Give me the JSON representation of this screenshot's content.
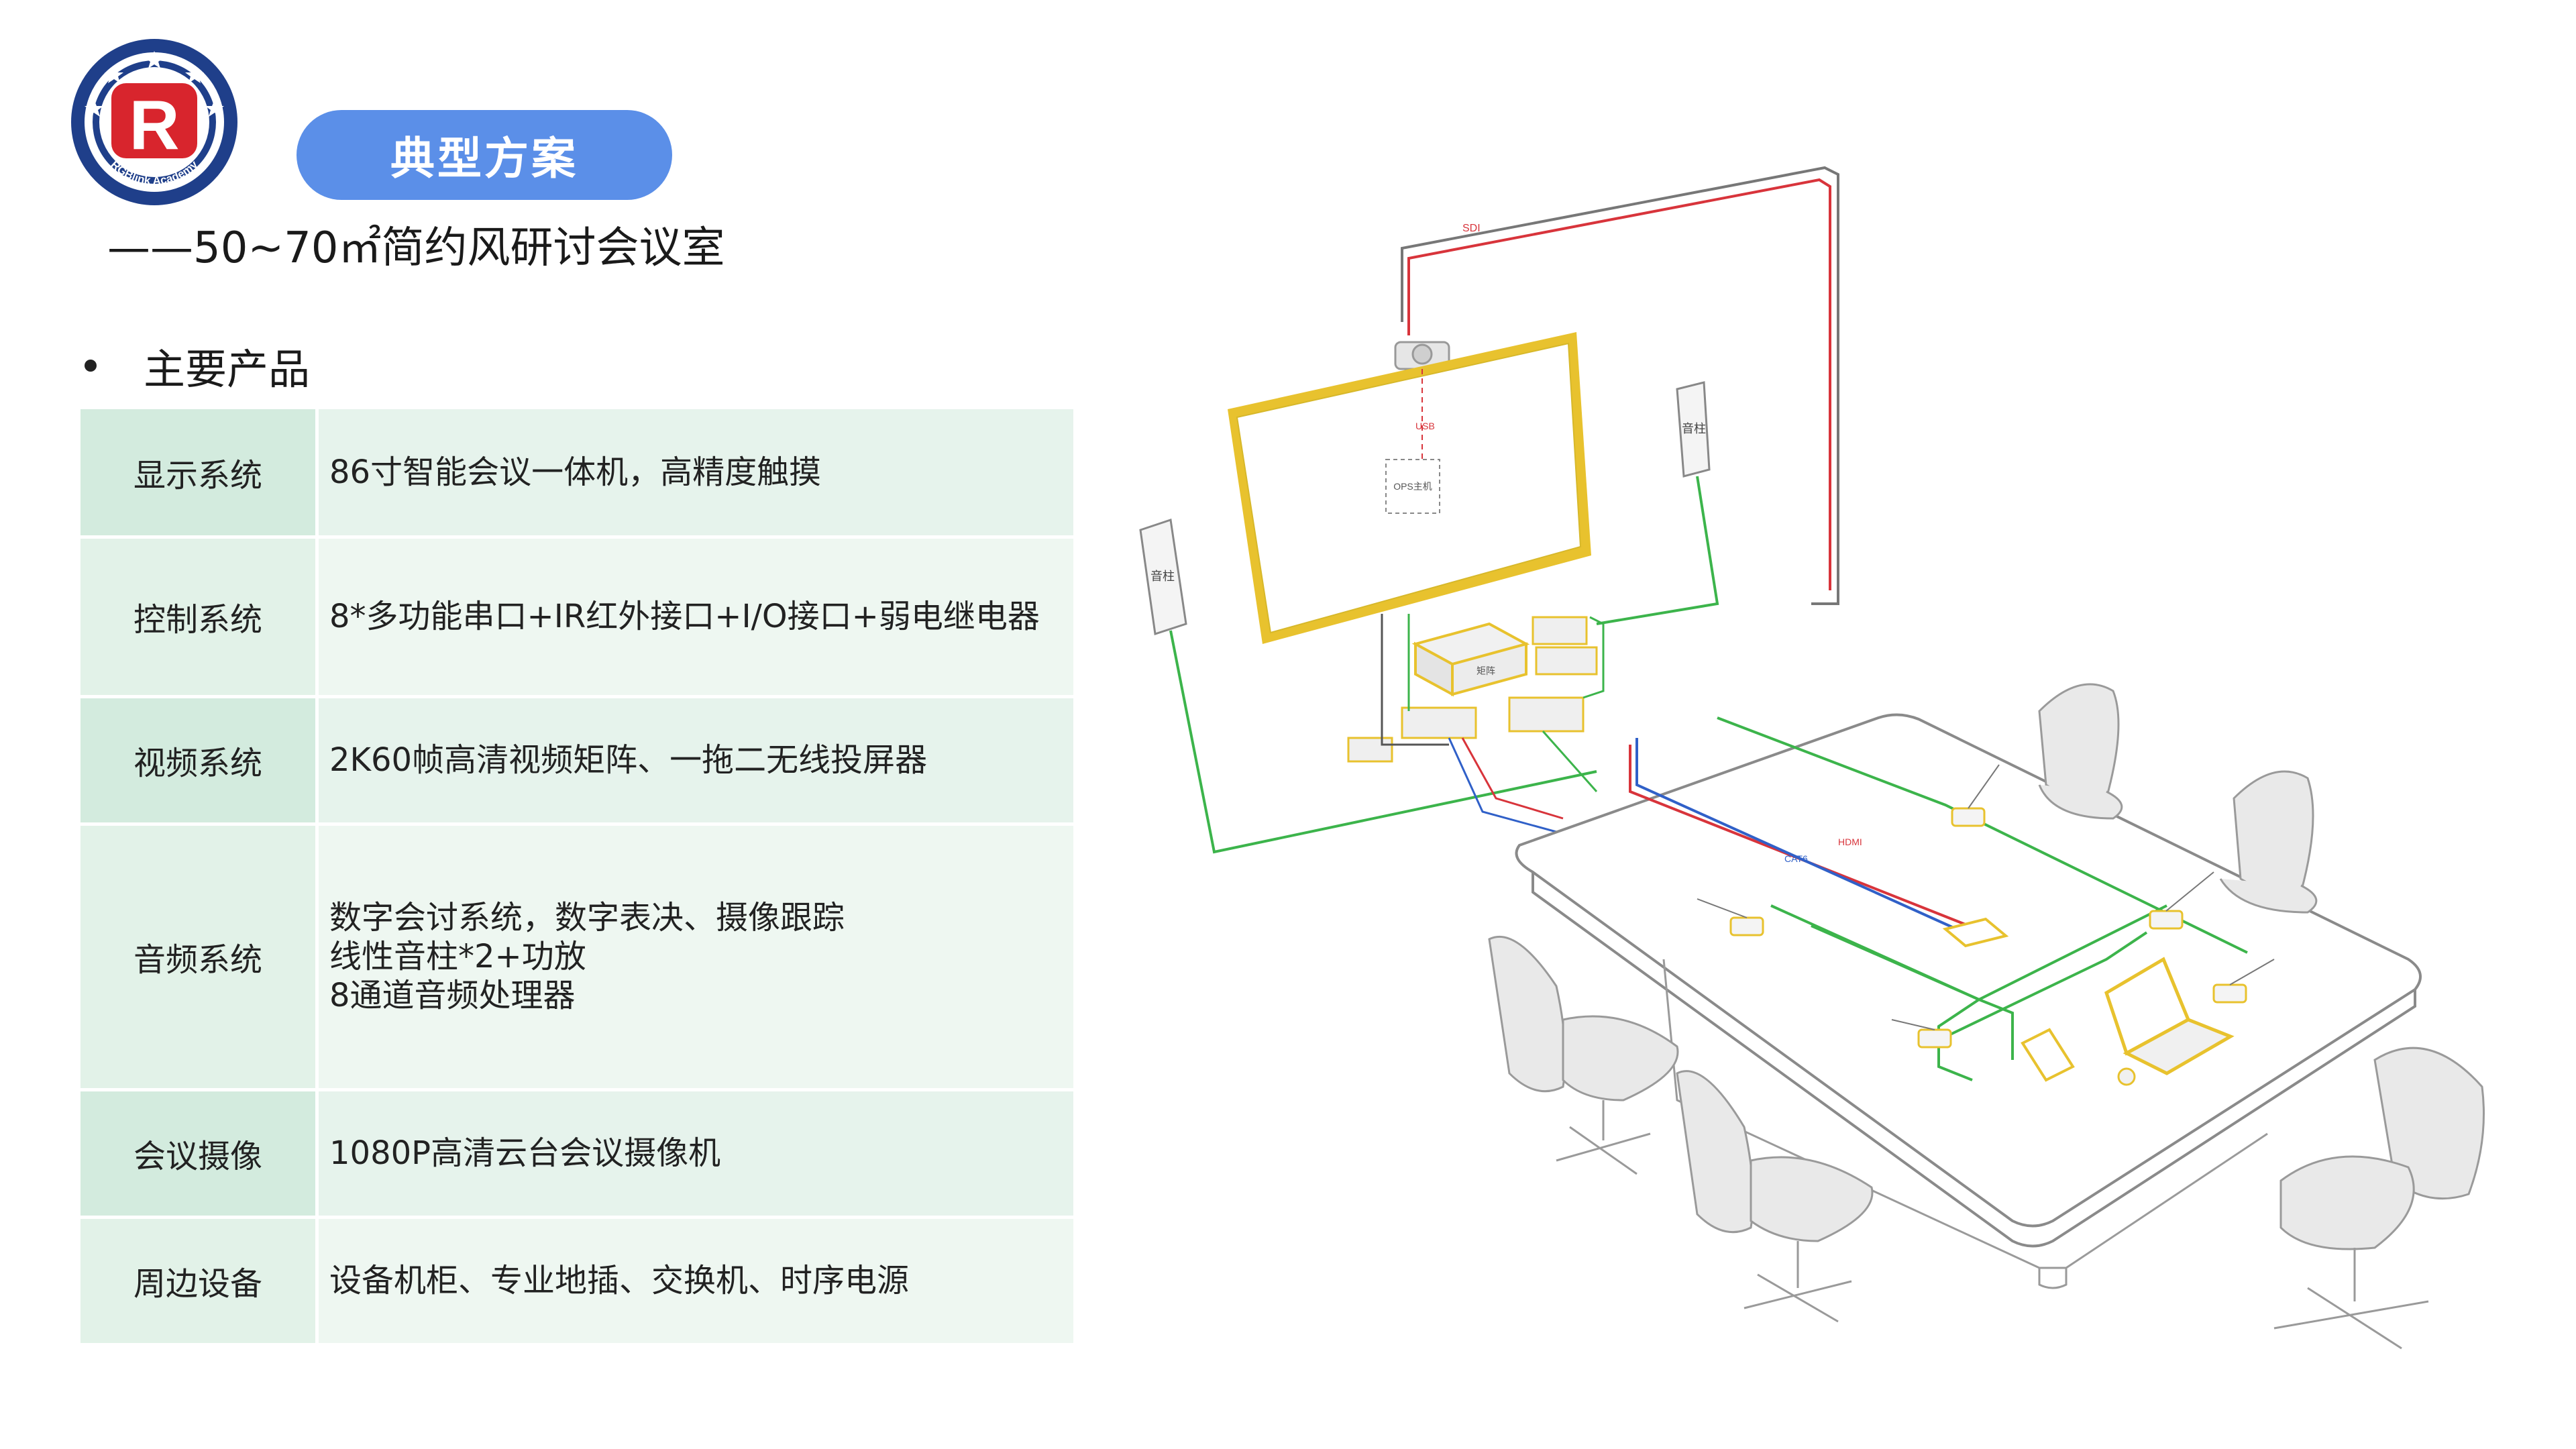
{
  "logo": {
    "letter": "R",
    "ring_text": "RGBlink Academy"
  },
  "header": {
    "pill": "典型方案",
    "subtitle": "——50~70㎡简约风研讨会议室"
  },
  "section": {
    "bullet": "主要产品"
  },
  "products": [
    {
      "category": "显示系统",
      "lines": [
        "86寸智能会议一体机，高精度触摸"
      ]
    },
    {
      "category": "控制系统",
      "lines": [
        "8*多功能串口+IR红外接口+I/O接口+弱电继电器"
      ]
    },
    {
      "category": "视频系统",
      "lines": [
        "2K60帧高清视频矩阵、一拖二无线投屏器"
      ]
    },
    {
      "category": "音频系统",
      "lines": [
        "数字会讨系统，数字表决、摄像跟踪",
        "线性音柱*2+功放",
        "8通道音频处理器"
      ]
    },
    {
      "category": "会议摄像",
      "lines": [
        "1080P高清云台会议摄像机"
      ]
    },
    {
      "category": "周边设备",
      "lines": [
        "设备机柜、专业地插、交换机、时序电源"
      ]
    }
  ],
  "diagram": {
    "labels": {
      "speaker": "音柱",
      "ops": "OPS主机",
      "matrix": "矩阵",
      "usb": "USB",
      "sdi": "SDI",
      "hdmi": "HDMI",
      "cat6": "CAT6"
    }
  },
  "colors": {
    "accent": "#5b8fe8",
    "table_cat": "#d3ebde",
    "table_desc": "#e6f3ec",
    "cable_red": "#d8343b",
    "cable_green": "#3cb44b",
    "cable_blue": "#3060c8",
    "device_yellow": "#e8c22e"
  }
}
